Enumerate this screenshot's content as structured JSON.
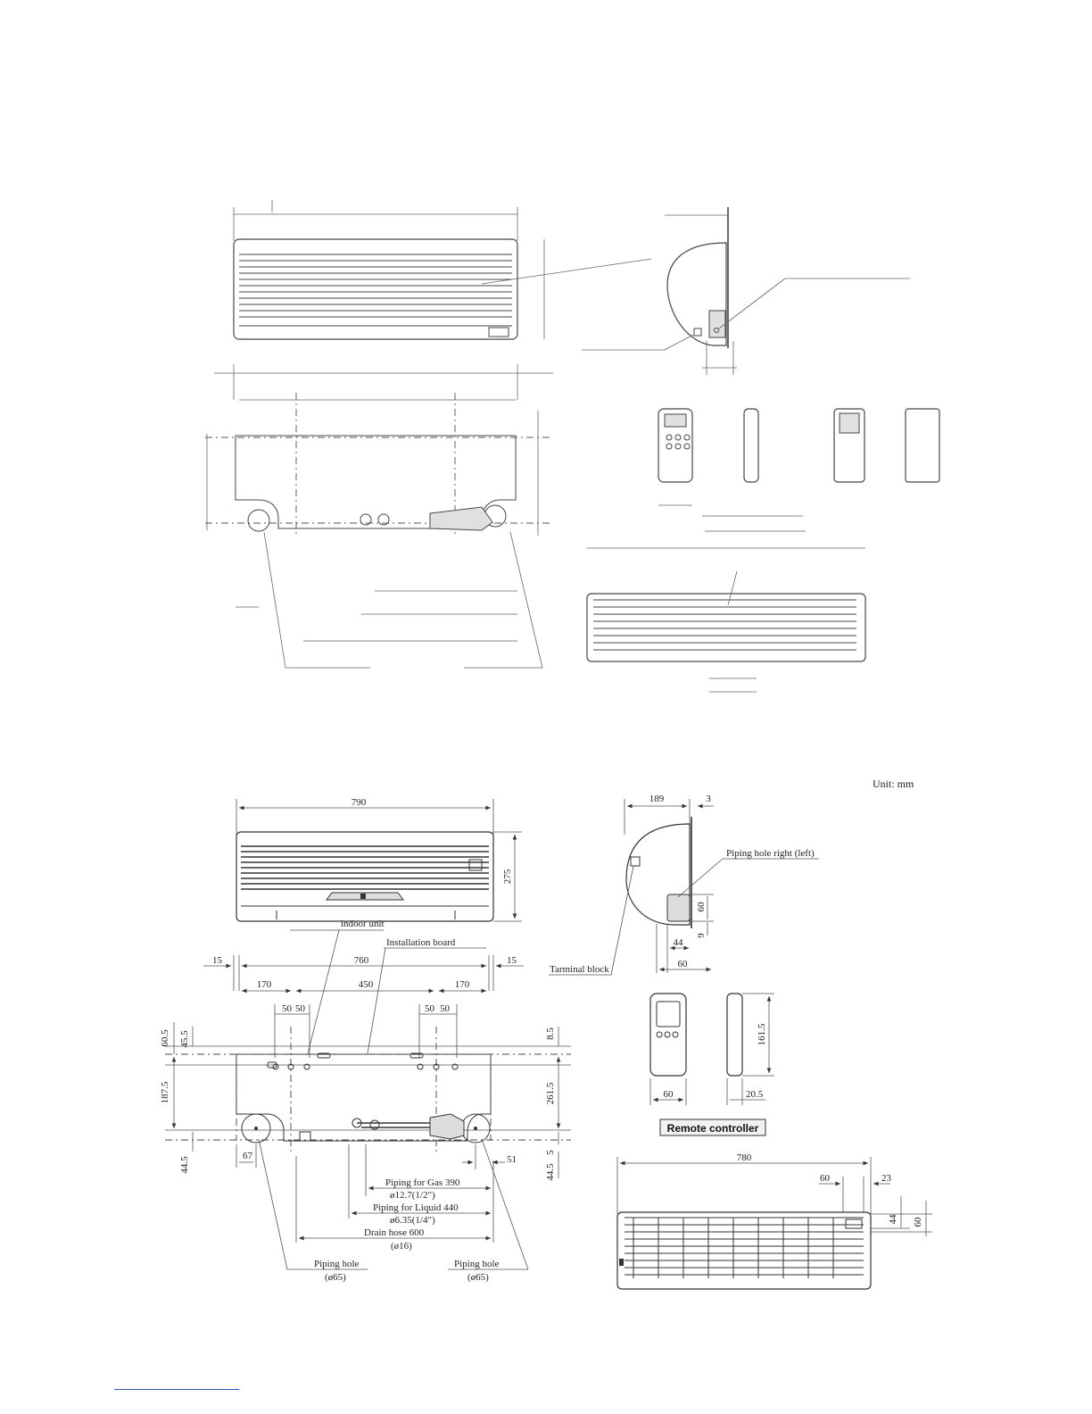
{
  "unit_label": "Unit: mm",
  "front_view": {
    "width": "790",
    "height": "275"
  },
  "side_view": {
    "depth": "189",
    "gap": "3",
    "piping_hole_label": "Piping hole right (left)",
    "hole_height": "60",
    "hole_offset": "9",
    "hole_width": "44",
    "bottom_width": "60",
    "terminal_label": "Tarminal block"
  },
  "installation": {
    "indoor_unit_label": "indoor unit",
    "board_label": "Installation board",
    "edge_left": "15",
    "edge_right": "15",
    "total_width": "760",
    "left_span": "170",
    "center_span": "450",
    "right_span": "170",
    "hole_l1": "50",
    "hole_l2": "50",
    "hole_r1": "50",
    "hole_r2": "50",
    "left_top_outer": "60.5",
    "left_top_inner": "45.5",
    "left_mid": "187.5",
    "left_bottom": "44.5",
    "left_pipe_offset": "67",
    "right_top": "8.5",
    "right_mid": "261.5",
    "right_small": "5",
    "right_bottom": "44.5",
    "right_pipe_offset": "51",
    "gas_label": "Piping for Gas 390",
    "gas_size": "ø12.7(1/2\")",
    "liquid_label": "Piping for Liquid 440",
    "liquid_size": "ø6.35(1/4\")",
    "drain_label": "Drain hose 600",
    "drain_size": "(ø16)",
    "pipe_hole_left": "Piping hole",
    "pipe_hole_left_size": "(ø65)",
    "pipe_hole_right": "Piping hole",
    "pipe_hole_right_size": "(ø65)"
  },
  "remote": {
    "width": "60",
    "height": "161.5",
    "depth": "20.5",
    "title": "Remote controller"
  },
  "bottom_view": {
    "width": "780",
    "offset_a": "60",
    "offset_b": "23",
    "h1": "44",
    "h2": "60"
  }
}
